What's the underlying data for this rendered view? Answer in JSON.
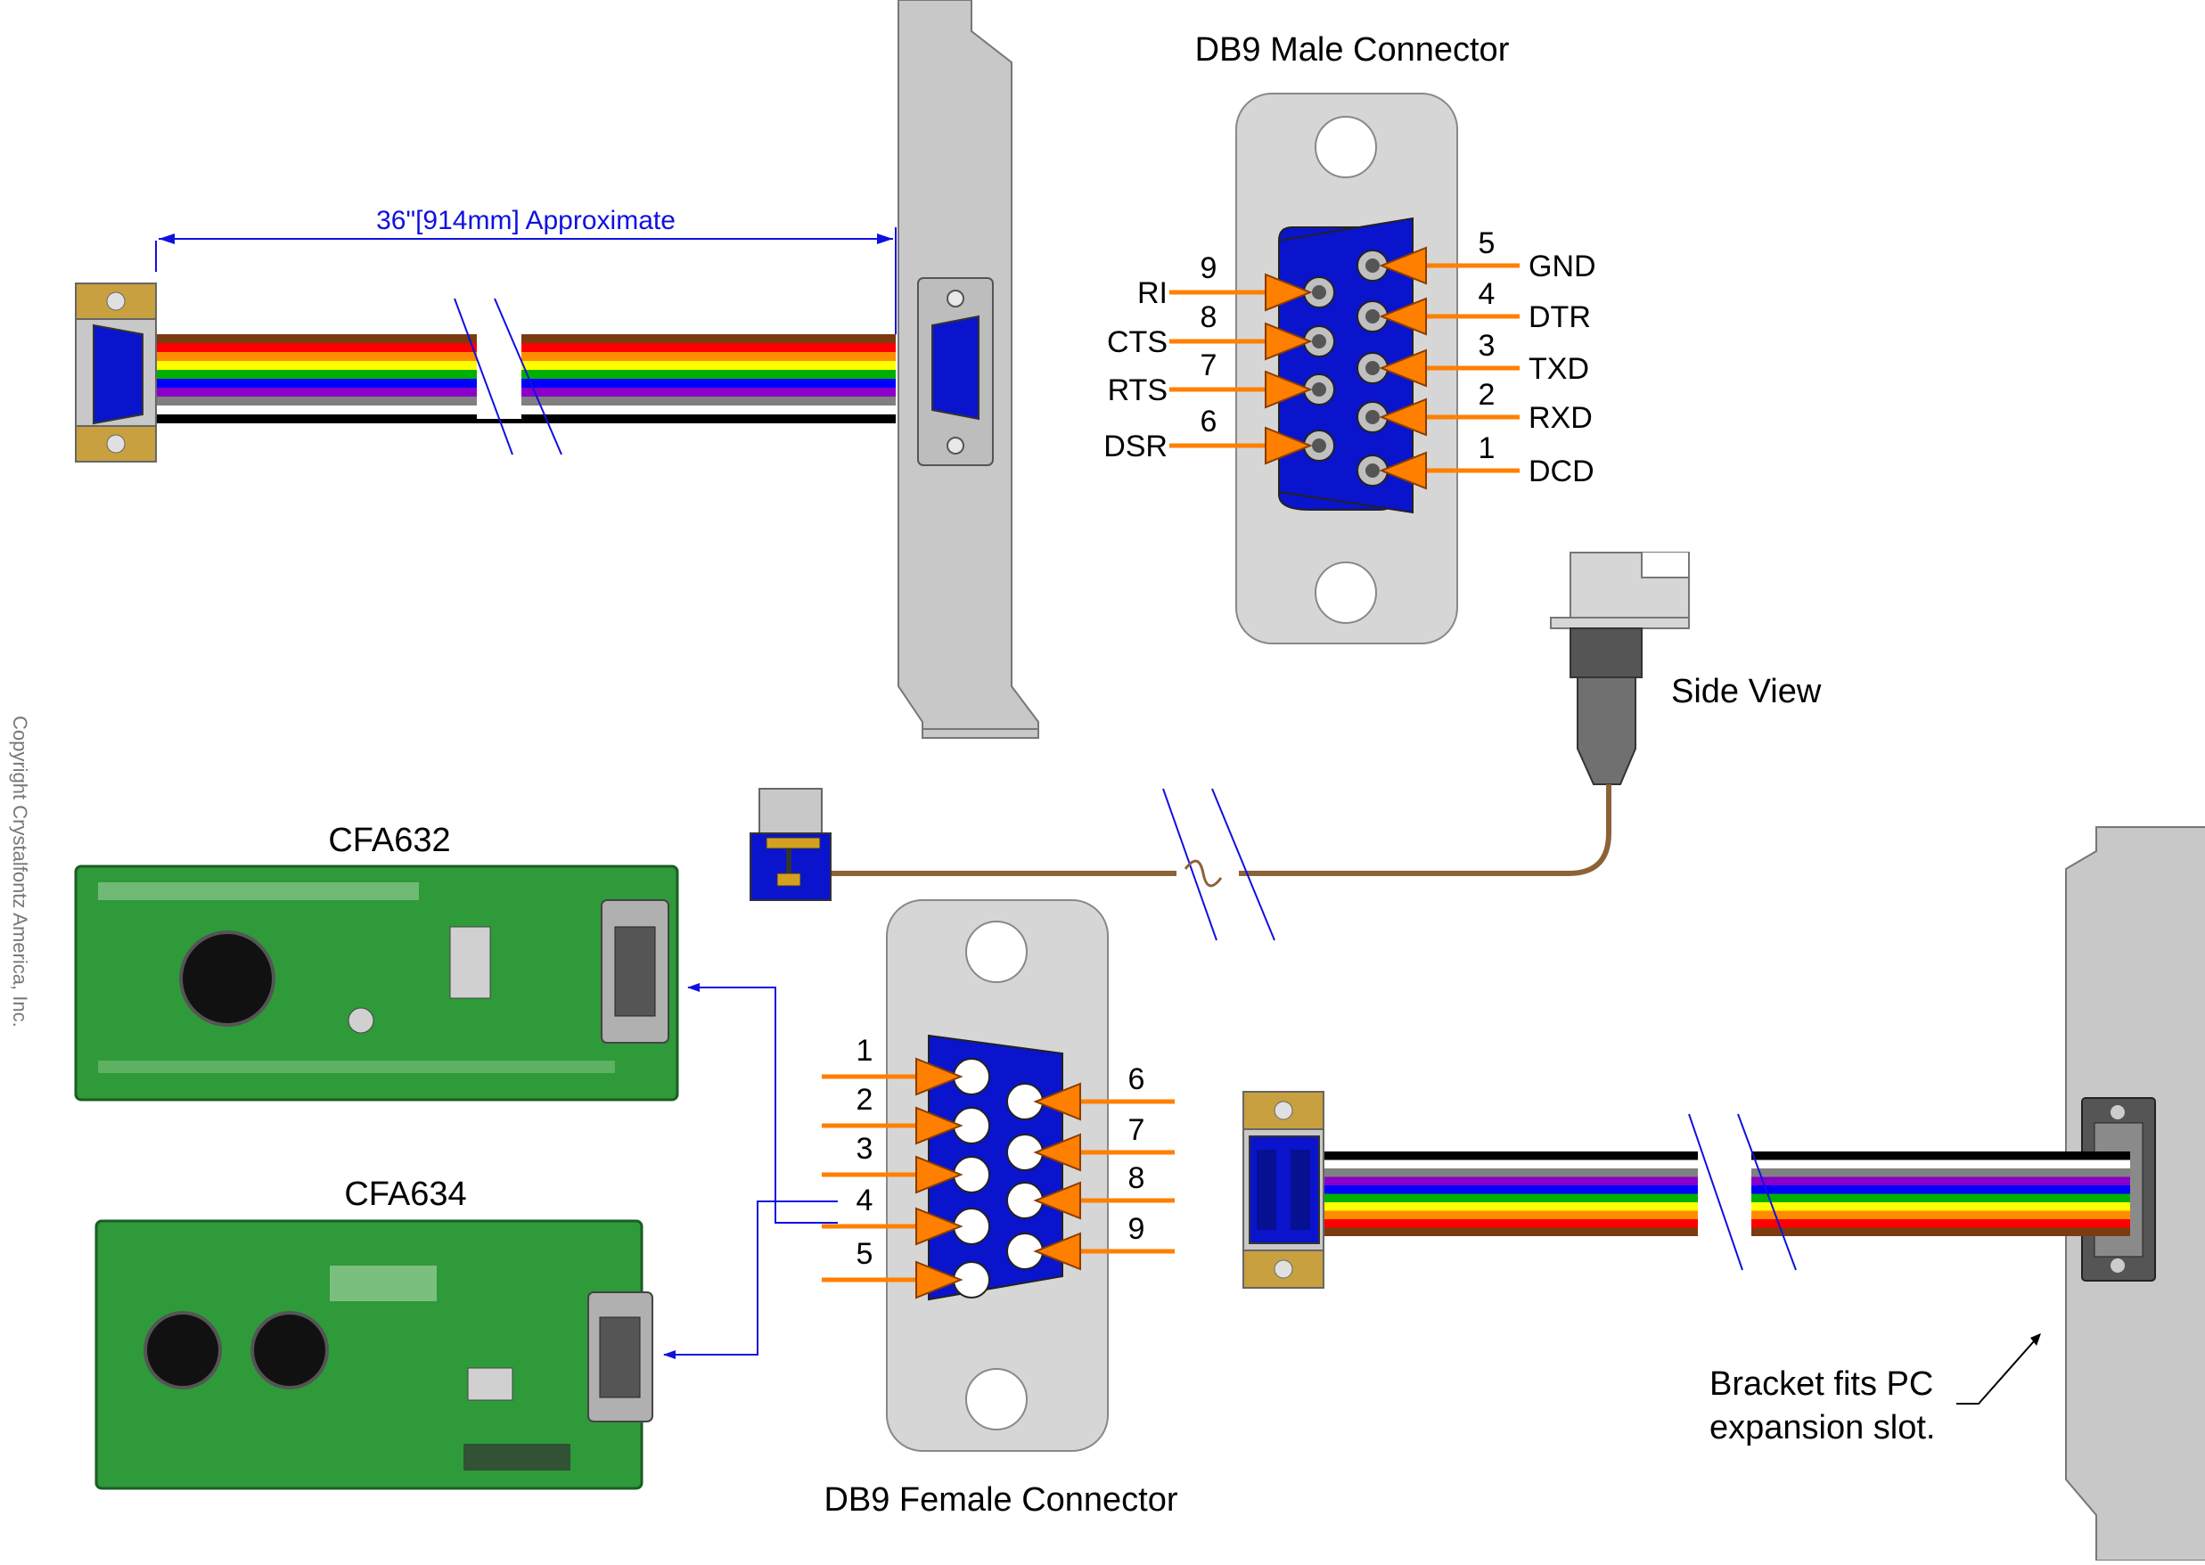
{
  "titles": {
    "male_connector": "DB9 Male Connector",
    "female_connector": "DB9 Female Connector",
    "side_view": "Side View",
    "cable_length": "36\"[914mm] Approximate",
    "bracket_note_line1": "Bracket fits PC",
    "bracket_note_line2": "expansion slot.",
    "copyright": "Copyright Crystalfontz America, Inc."
  },
  "modules": {
    "top": "CFA632",
    "bottom": "CFA634"
  },
  "male_pins_left": [
    {
      "num": "9",
      "signal": "RI"
    },
    {
      "num": "8",
      "signal": "CTS"
    },
    {
      "num": "7",
      "signal": "RTS"
    },
    {
      "num": "6",
      "signal": "DSR"
    }
  ],
  "male_pins_right": [
    {
      "num": "5",
      "signal": "GND"
    },
    {
      "num": "4",
      "signal": "DTR"
    },
    {
      "num": "3",
      "signal": "TXD"
    },
    {
      "num": "2",
      "signal": "RXD"
    },
    {
      "num": "1",
      "signal": "DCD"
    }
  ],
  "female_pins_left": [
    "1",
    "2",
    "3",
    "4",
    "5"
  ],
  "female_pins_right": [
    "6",
    "7",
    "8",
    "9"
  ],
  "colors": {
    "connector_blue": "#0a14cc",
    "arrow_orange": "#ff7f00",
    "bracket_gray": "#c8c8c8",
    "dimension_blue": "#1010e0",
    "pcb_green": "#2e9a3a",
    "cable_brown": "#8c6239"
  },
  "ribbon_colors": [
    "#7a3b10",
    "#ff0000",
    "#ff8c00",
    "#ffff00",
    "#00b000",
    "#0000ff",
    "#8a00c8",
    "#808080",
    "#ffffff",
    "#000000"
  ]
}
